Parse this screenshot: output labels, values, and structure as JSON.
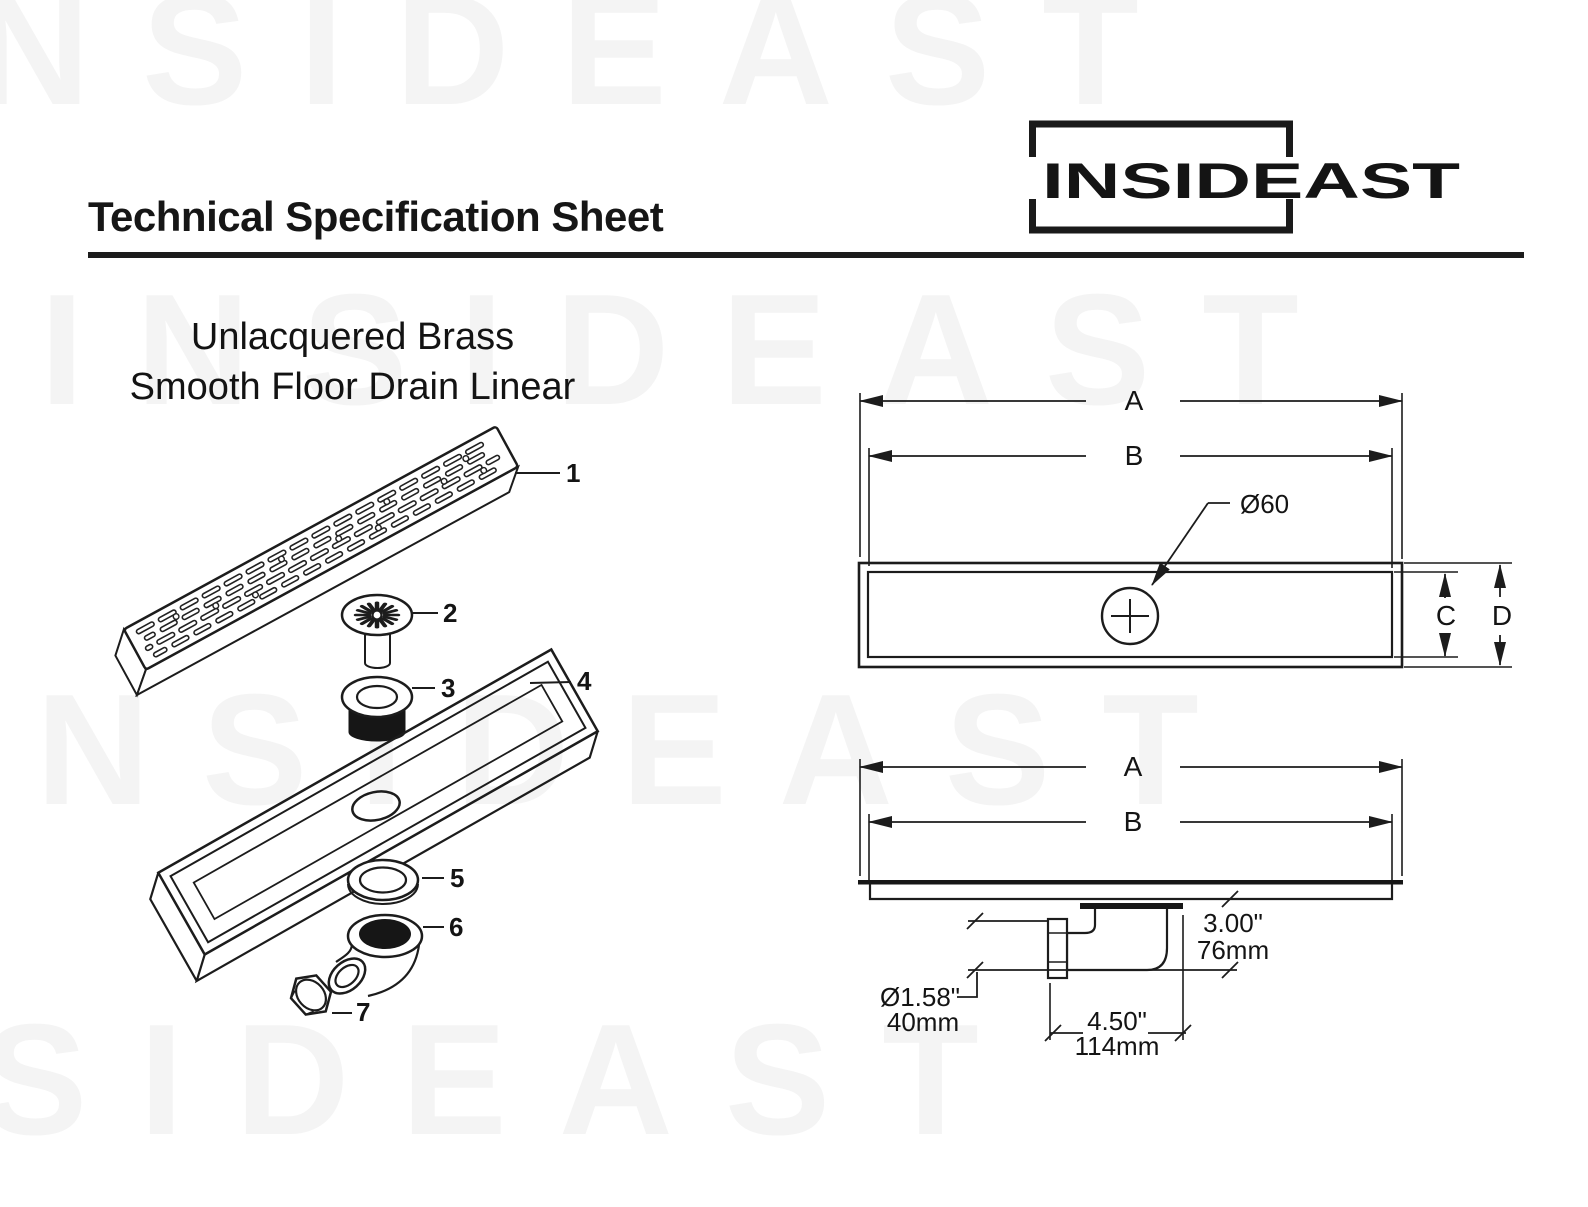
{
  "header": {
    "title": "Technical Specification Sheet"
  },
  "logo": {
    "text": "INSIDEAST"
  },
  "watermark": {
    "text": "INSIDEAST"
  },
  "product": {
    "line1": "Unlacquered Brass",
    "line2": "Smooth Floor Drain Linear"
  },
  "exploded": {
    "labels": [
      "1",
      "2",
      "3",
      "4",
      "5",
      "6",
      "7"
    ]
  },
  "dims": {
    "a": "A",
    "b": "B",
    "c": "C",
    "d": "D",
    "outlet_dia": "Ø60",
    "height_in": "3.00\"",
    "height_mm": "76mm",
    "pipe_dia_in": "Ø1.58\"",
    "pipe_dia_mm": "40mm",
    "offset_in": "4.50\"",
    "offset_mm": "114mm"
  }
}
